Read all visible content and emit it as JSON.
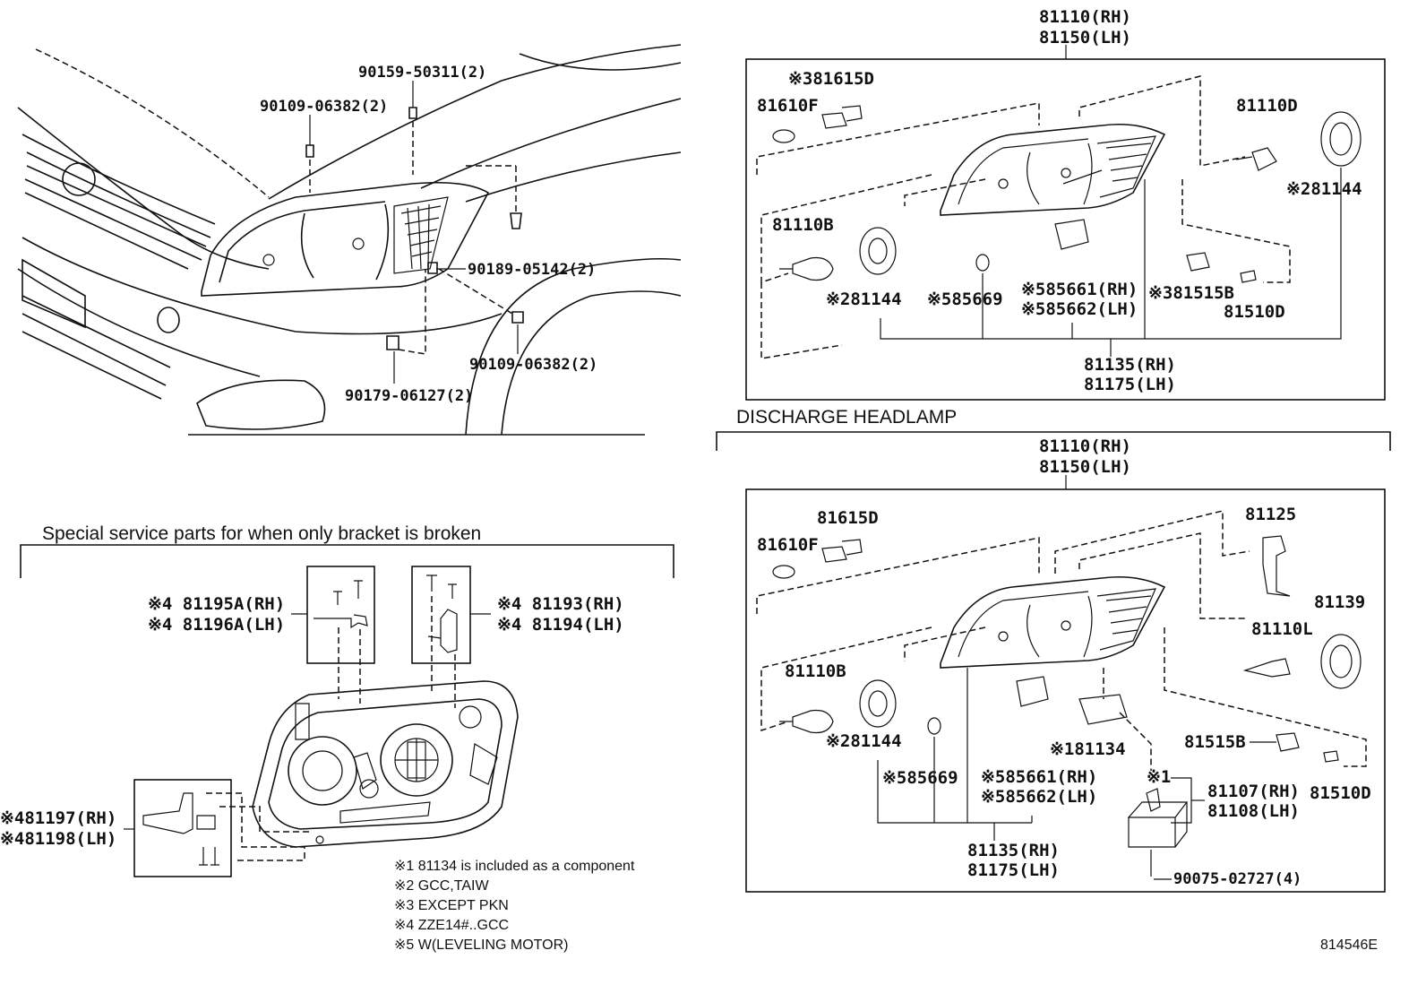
{
  "headings": {
    "discharge": "DISCHARGE HEADLAMP",
    "special": "Special service parts for when only bracket is broken"
  },
  "vehicle_parts": {
    "p1": "90159-50311(2)",
    "p2": "90109-06382(2)",
    "p3": "90189-05142(2)",
    "p4": "90109-06382(2)",
    "p5": "90179-06127(2)"
  },
  "halogen": {
    "assy_rh": "81110(RH)",
    "assy_lh": "81150(LH)",
    "p81615d": "※381615D",
    "p81610f": "81610F",
    "p81110d": "81110D",
    "p81144a": "※281144",
    "p81110b": "81110B",
    "p81144b": "※281144",
    "p85669": "※585669",
    "p85661": "※585661(RH)",
    "p85662": "※585662(LH)",
    "p81515b": "※381515B",
    "p81510d": "81510D",
    "housing_rh": "81135(RH)",
    "housing_lh": "81175(LH)"
  },
  "discharge": {
    "assy_rh": "81110(RH)",
    "assy_lh": "81150(LH)",
    "p81615d": "81615D",
    "p81610f": "81610F",
    "p81125": "81125",
    "p81139": "81139",
    "p81110l": "81110L",
    "p81110b": "81110B",
    "p81144": "※281144",
    "p85669": "※585669",
    "p81134": "※181134",
    "p85661": "※585661(RH)",
    "p85662": "※585662(LH)",
    "p81515b": "81515B",
    "p81510d": "81510D",
    "mark1": "※1",
    "p81107": "81107(RH)",
    "p81108": "81108(LH)",
    "housing_rh": "81135(RH)",
    "housing_lh": "81175(LH)",
    "screw": "90075-02727(4)"
  },
  "brackets": {
    "b1_rh": "※4 81195A(RH)",
    "b1_lh": "※4 81196A(LH)",
    "b2_rh": "※4 81193(RH)",
    "b2_lh": "※4 81194(LH)",
    "b3_rh": "※481197(RH)",
    "b3_lh": "※481198(LH)"
  },
  "notes": {
    "n1": "※1  81134  is  included  as  a  component",
    "n2": "※2  GCC,TAIW",
    "n3": "※3  EXCEPT  PKN",
    "n4": "※4  ZZE14#..GCC",
    "n5": "※5  W(LEVELING MOTOR)"
  },
  "figure_code": "814546E"
}
